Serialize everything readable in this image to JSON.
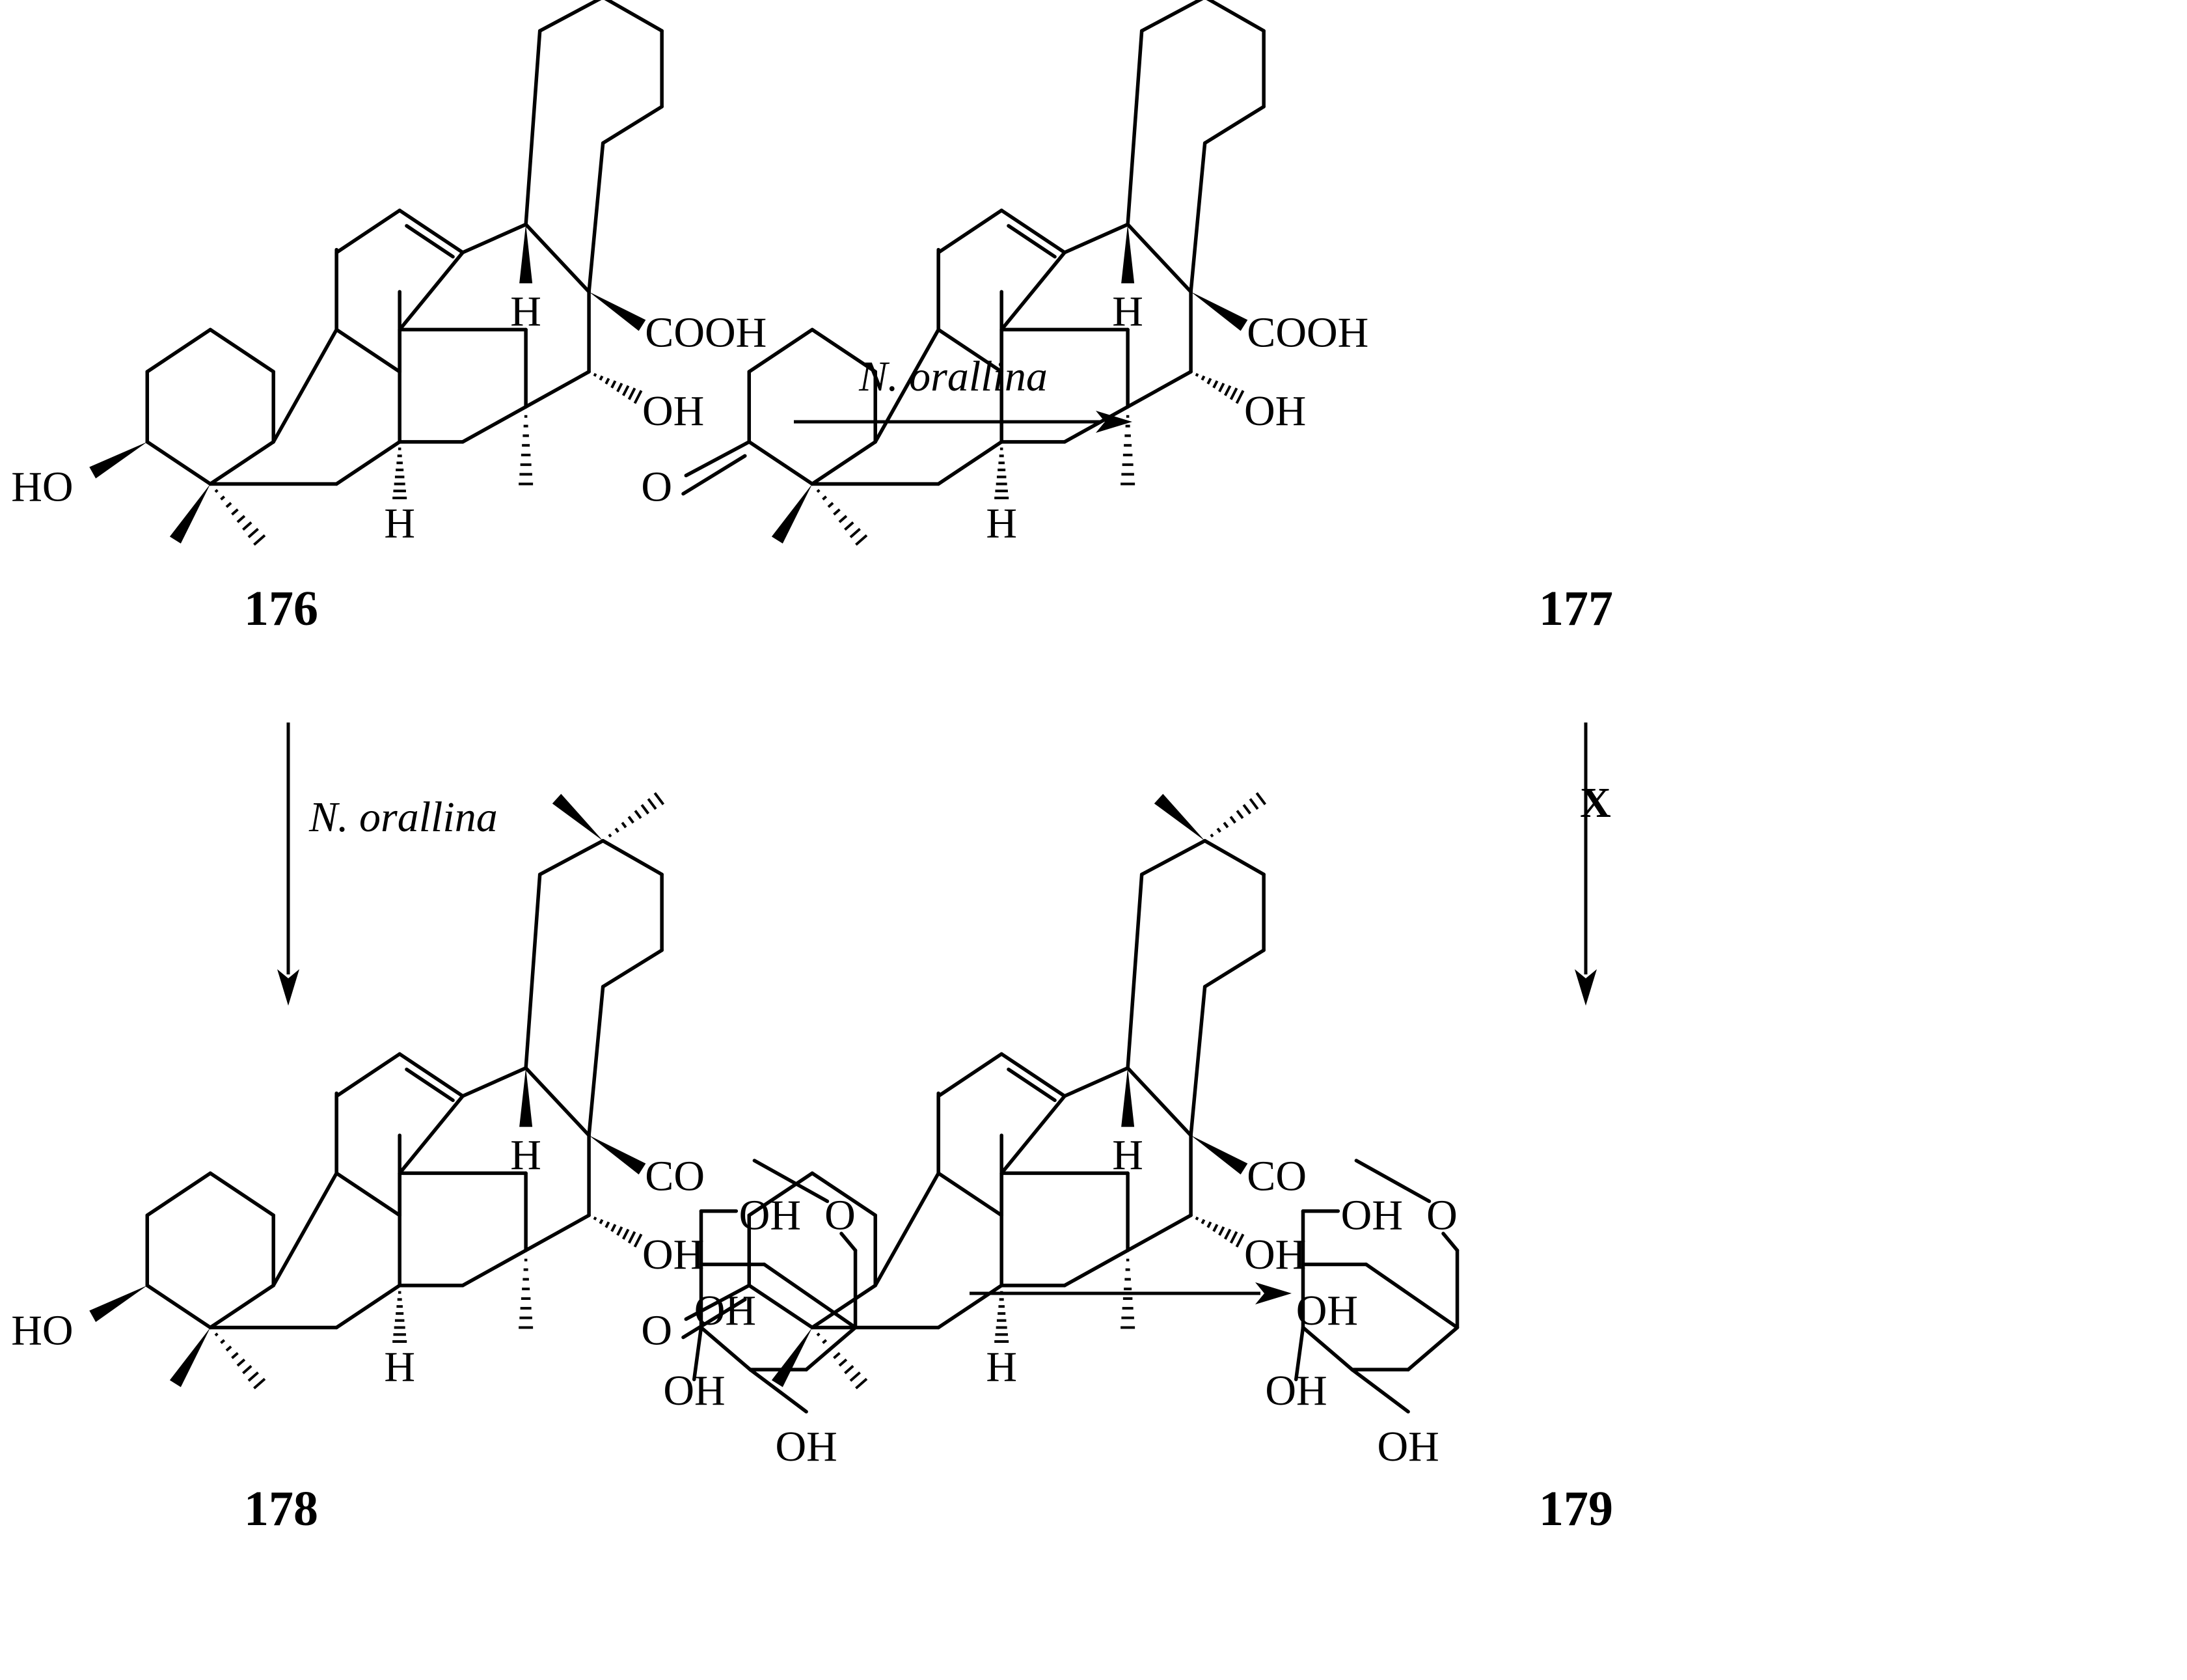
{
  "compounds": [
    {
      "id": "176",
      "ketone": false,
      "glycoside": false,
      "labels": {
        "ho3": "HO",
        "h9": "H",
        "h18": "H",
        "c28": "COOH",
        "oh16": "OH"
      }
    },
    {
      "id": "177",
      "ketone": true,
      "glycoside": false,
      "labels": {
        "o3": "O",
        "h9": "H",
        "h18": "H",
        "c28": "COOH",
        "oh16": "OH"
      }
    },
    {
      "id": "178",
      "ketone": false,
      "glycoside": true,
      "labels": {
        "ho3": "HO",
        "h9": "H",
        "h18": "H",
        "c28": "CO",
        "oh16": "OH",
        "sugar_o": "O",
        "sugar_oh6": "OH",
        "sugar_oh_a": "OH",
        "sugar_oh_b": "OH",
        "sugar_oh_c": "OH"
      }
    },
    {
      "id": "179",
      "ketone": true,
      "glycoside": true,
      "labels": {
        "o3": "O",
        "h9": "H",
        "h18": "H",
        "c28": "CO",
        "oh16": "OH",
        "sugar_o": "O",
        "sugar_oh6": "OH",
        "sugar_oh_a": "OH",
        "sugar_oh_b": "OH",
        "sugar_oh_c": "OH"
      }
    }
  ],
  "arrows": [
    {
      "id": "176-to-177",
      "from": "176",
      "to": "177",
      "label": "N. orallina",
      "label_style": "italic"
    },
    {
      "id": "176-to-178",
      "from": "176",
      "to": "178",
      "label": "N. orallina",
      "label_style": "italic"
    },
    {
      "id": "177-to-179",
      "from": "177",
      "to": "179",
      "label": "X",
      "label_style": "bold"
    },
    {
      "id": "178-to-179",
      "from": "178",
      "to": "179",
      "label": "",
      "label_style": "none"
    }
  ]
}
